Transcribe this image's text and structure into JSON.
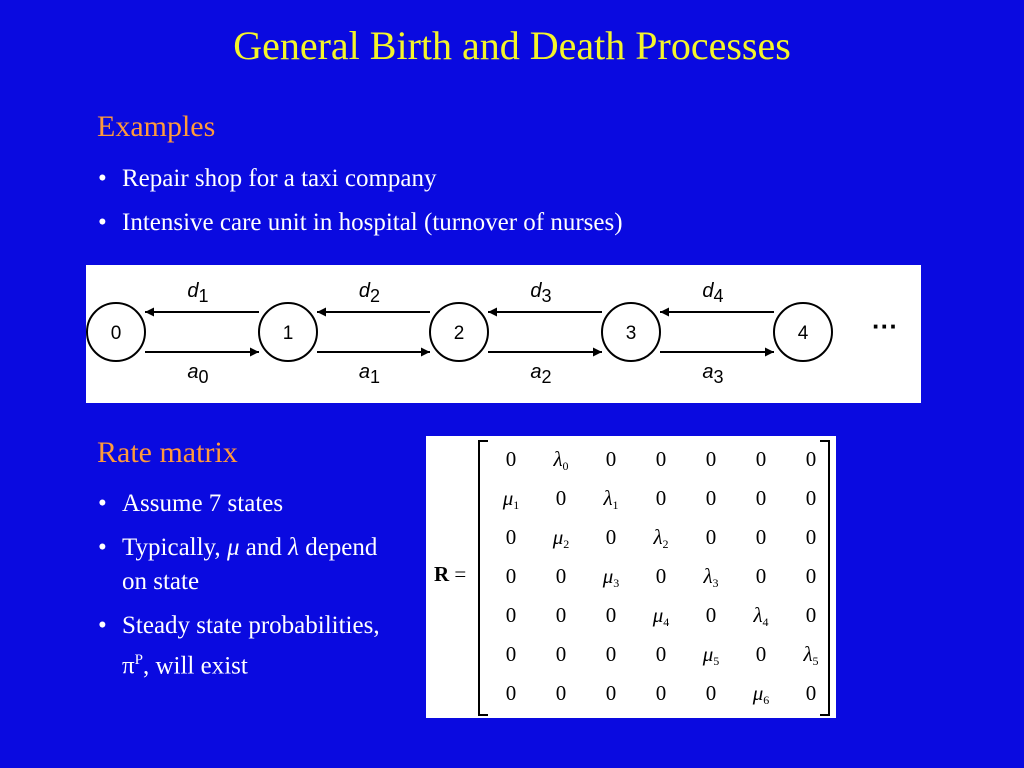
{
  "title": "General Birth and Death Processes",
  "examples": {
    "heading": "Examples",
    "items": [
      "Repair shop for a taxi company",
      "Intensive care unit in hospital (turnover of nurses)"
    ]
  },
  "diagram": {
    "nodes": [
      "0",
      "1",
      "2",
      "3",
      "4"
    ],
    "ellipsis": "···",
    "death_labels": [
      {
        "sym": "d",
        "sub": "1"
      },
      {
        "sym": "d",
        "sub": "2"
      },
      {
        "sym": "d",
        "sub": "3"
      },
      {
        "sym": "d",
        "sub": "4"
      }
    ],
    "birth_labels": [
      {
        "sym": "a",
        "sub": "0"
      },
      {
        "sym": "a",
        "sub": "1"
      },
      {
        "sym": "a",
        "sub": "2"
      },
      {
        "sym": "a",
        "sub": "3"
      }
    ]
  },
  "rate_matrix": {
    "heading": "Rate matrix",
    "bullet1": "Assume 7 states",
    "bullet2": {
      "prefix": "Typically, ",
      "mu": "μ",
      "mid": " and ",
      "lambda": "λ",
      "suffix": " depend on state"
    },
    "bullet3": {
      "prefix": "Steady state probabilities, ",
      "pi": "π",
      "sup": "P",
      "suffix": ", will exist"
    }
  },
  "matrix": {
    "label_bold": "R",
    "label_eq": " =",
    "rows": [
      [
        [
          "0",
          ""
        ],
        [
          "λ",
          "0"
        ],
        [
          "0",
          ""
        ],
        [
          "0",
          ""
        ],
        [
          "0",
          ""
        ],
        [
          "0",
          ""
        ],
        [
          "0",
          ""
        ]
      ],
      [
        [
          "μ",
          "1"
        ],
        [
          "0",
          ""
        ],
        [
          "λ",
          "1"
        ],
        [
          "0",
          ""
        ],
        [
          "0",
          ""
        ],
        [
          "0",
          ""
        ],
        [
          "0",
          ""
        ]
      ],
      [
        [
          "0",
          ""
        ],
        [
          "μ",
          "2"
        ],
        [
          "0",
          ""
        ],
        [
          "λ",
          "2"
        ],
        [
          "0",
          ""
        ],
        [
          "0",
          ""
        ],
        [
          "0",
          ""
        ]
      ],
      [
        [
          "0",
          ""
        ],
        [
          "0",
          ""
        ],
        [
          "μ",
          "3"
        ],
        [
          "0",
          ""
        ],
        [
          "λ",
          "3"
        ],
        [
          "0",
          ""
        ],
        [
          "0",
          ""
        ]
      ],
      [
        [
          "0",
          ""
        ],
        [
          "0",
          ""
        ],
        [
          "0",
          ""
        ],
        [
          "μ",
          "4"
        ],
        [
          "0",
          ""
        ],
        [
          "λ",
          "4"
        ],
        [
          "0",
          ""
        ]
      ],
      [
        [
          "0",
          ""
        ],
        [
          "0",
          ""
        ],
        [
          "0",
          ""
        ],
        [
          "0",
          ""
        ],
        [
          "μ",
          "5"
        ],
        [
          "0",
          ""
        ],
        [
          "λ",
          "5"
        ]
      ],
      [
        [
          "0",
          ""
        ],
        [
          "0",
          ""
        ],
        [
          "0",
          ""
        ],
        [
          "0",
          ""
        ],
        [
          "0",
          ""
        ],
        [
          "μ",
          "6"
        ],
        [
          "0",
          ""
        ]
      ]
    ]
  }
}
